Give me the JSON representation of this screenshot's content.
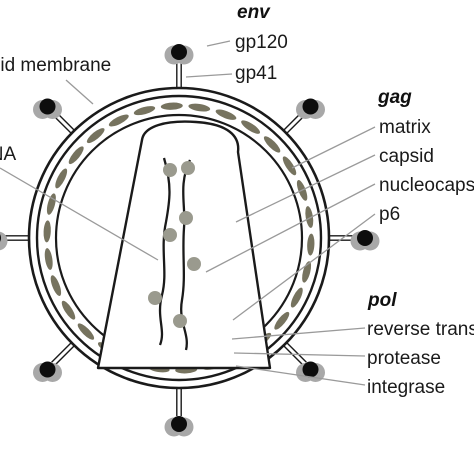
{
  "groups": {
    "env": {
      "header": "env",
      "items": [
        "gp120",
        "gp41"
      ]
    },
    "gag": {
      "header": "gag",
      "items": [
        "matrix",
        "capsid",
        "nucleocapsid",
        "p6"
      ]
    },
    "pol": {
      "header": "pol",
      "items": [
        "reverse transcriptase",
        "protease",
        "integrase"
      ]
    }
  },
  "labels": {
    "lipid_membrane": "Lipid membrane",
    "rna": "RNA"
  },
  "colors": {
    "outline": "#1a1a1a",
    "matrix_protein": "#76735f",
    "rna_protein": "#9a9a8e",
    "knob_shadow": "#a8a8a8",
    "leader_line": "#9a9a9a"
  }
}
